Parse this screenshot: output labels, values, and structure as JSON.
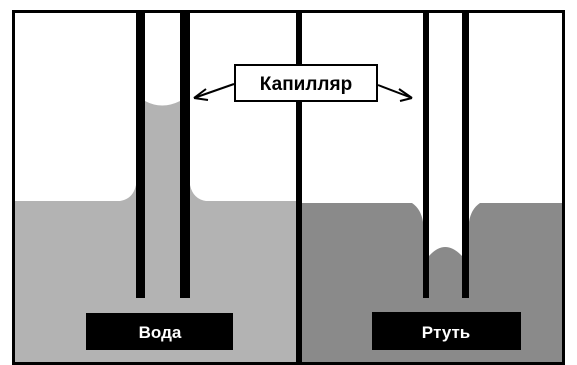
{
  "diagram": {
    "capillary_label": "Капилляр",
    "water_label": "Вода",
    "mercury_label": "Ртуть"
  },
  "colors": {
    "water": "#b3b3b3",
    "mercury": "#8a8a8a",
    "outline": "#000000",
    "background": "#ffffff"
  }
}
